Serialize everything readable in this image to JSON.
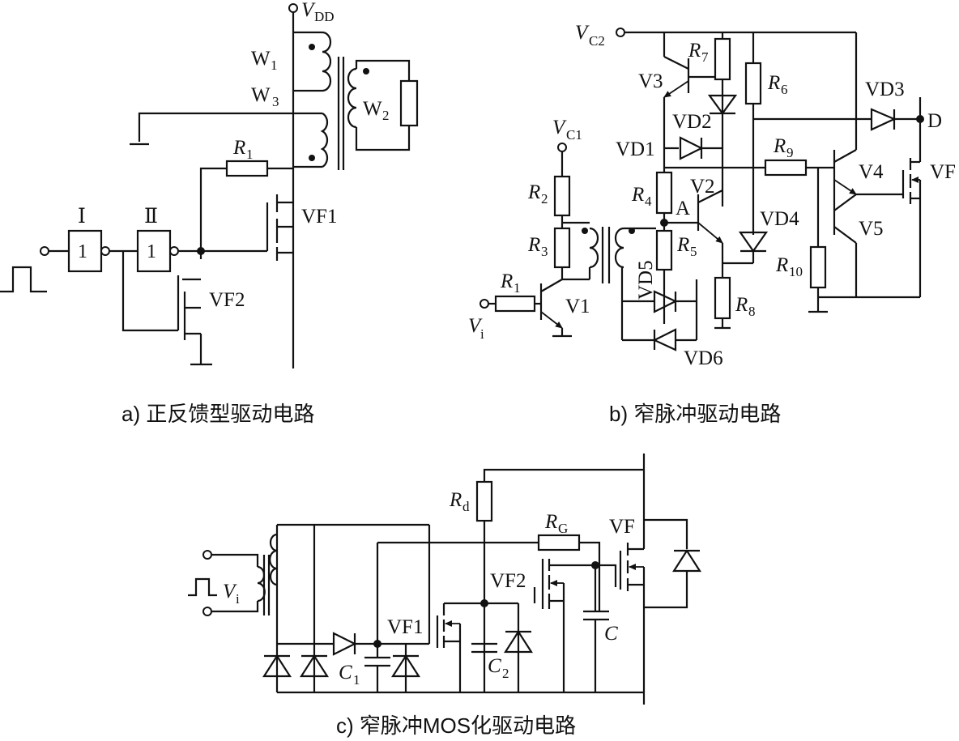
{
  "captions": {
    "a": "a) 正反馈型驱动电路",
    "b": "b) 窄脉冲驱动电路",
    "c": "c) 窄脉冲MOS化驱动电路"
  },
  "circuit_a": {
    "vdd": "V",
    "vdd_sub": "DD",
    "w1": "W",
    "w1_sub": "1",
    "w2": "W",
    "w2_sub": "2",
    "w3": "W",
    "w3_sub": "3",
    "r1": "R",
    "r1_sub": "1",
    "gate1_name": "Ⅰ",
    "gate2_name": "Ⅱ",
    "gate1_text": "1",
    "gate2_text": "1",
    "vf1": "VF1",
    "vf2": "VF2"
  },
  "circuit_b": {
    "vc2": "V",
    "vc2_sub": "C2",
    "vc1": "V",
    "vc1_sub": "C1",
    "vi": "V",
    "vi_sub": "i",
    "r1": "R",
    "r1_sub": "1",
    "r2": "R",
    "r2_sub": "2",
    "r3": "R",
    "r3_sub": "3",
    "r4": "R",
    "r4_sub": "4",
    "r5": "R",
    "r5_sub": "5",
    "r6": "R",
    "r6_sub": "6",
    "r7": "R",
    "r7_sub": "7",
    "r8": "R",
    "r8_sub": "8",
    "r9": "R",
    "r9_sub": "9",
    "r10": "R",
    "r10_sub": "10",
    "v1": "V1",
    "v2": "V2",
    "v3": "V3",
    "v4": "V4",
    "v5": "V5",
    "vd1": "VD1",
    "vd2": "VD2",
    "vd3": "VD3",
    "vd4": "VD4",
    "vd5": "VD5",
    "vd6": "VD6",
    "node_a": "A",
    "node_d": "D",
    "vf": "VF"
  },
  "circuit_c": {
    "rd": "R",
    "rd_sub": "d",
    "rg": "R",
    "rg_sub": "G",
    "vi": "V",
    "vi_sub": "i",
    "c1": "C",
    "c1_sub": "1",
    "c2": "C",
    "c2_sub": "2",
    "c": "C",
    "vf": "VF",
    "vf1": "VF1",
    "vf2": "VF2"
  }
}
